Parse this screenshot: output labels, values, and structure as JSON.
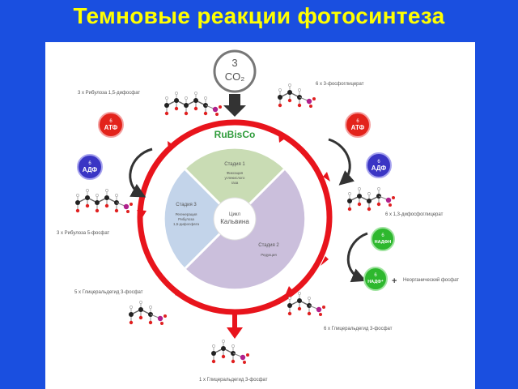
{
  "title": "Темновые реакции фотосинтеза",
  "input": {
    "count": "3",
    "molecule": "CO₂"
  },
  "enzyme": "RuBisCo",
  "center": {
    "line1": "Цикл",
    "line2": "Кальвина"
  },
  "stages": [
    {
      "name": "Стадия 1",
      "desc": [
        "Фиксация",
        "углекислого",
        "газа"
      ]
    },
    {
      "name": "Стадия 2",
      "desc": [
        "Редукция"
      ]
    },
    {
      "name": "Стадия 3",
      "desc": [
        "Регенерация",
        "Рибулоза",
        "1,5-дифосфата"
      ]
    }
  ],
  "labels": {
    "rubp": "3 х Рибулоза 1,5-дифосфат",
    "pga": "6 х 3-фосфоглицерат",
    "bpg": "6 х 1,3-дифосфоглицерат",
    "ru5p": "3 х Рибулоза 5-фосфат",
    "g3p5": "5 х Глицеральдегид 3-фосфат",
    "g3p6": "6 х Глицеральдегид 3-фосфат",
    "g3p1": "1 х Глицеральдегид 3-фосфат",
    "pi": "Неорганический фосфат"
  },
  "cofactors": {
    "atp_left": {
      "n": "6",
      "name": "АТФ"
    },
    "adp_left": {
      "n": "6",
      "name": "АДФ"
    },
    "atp_right": {
      "n": "6",
      "name": "АТФ"
    },
    "adp_right": {
      "n": "6",
      "name": "АДФ"
    },
    "nadph": {
      "n": "6",
      "name": "НАДФН"
    },
    "nadp": {
      "n": "6",
      "name": "НАДФ⁺"
    }
  },
  "plus": "+",
  "colors": {
    "background": "#1a4fe0",
    "title": "#ffff00",
    "cycle": "#e8141c",
    "stage1": "#c9dcb4",
    "stage2": "#cbbfdc",
    "stage3": "#c3d4ea",
    "atp": "#e3231b",
    "adp": "#3a35c4",
    "nadph": "#2eb82e",
    "carbon": "#222222",
    "oxygen": "#e02020",
    "phosphate": "#b0208c"
  }
}
